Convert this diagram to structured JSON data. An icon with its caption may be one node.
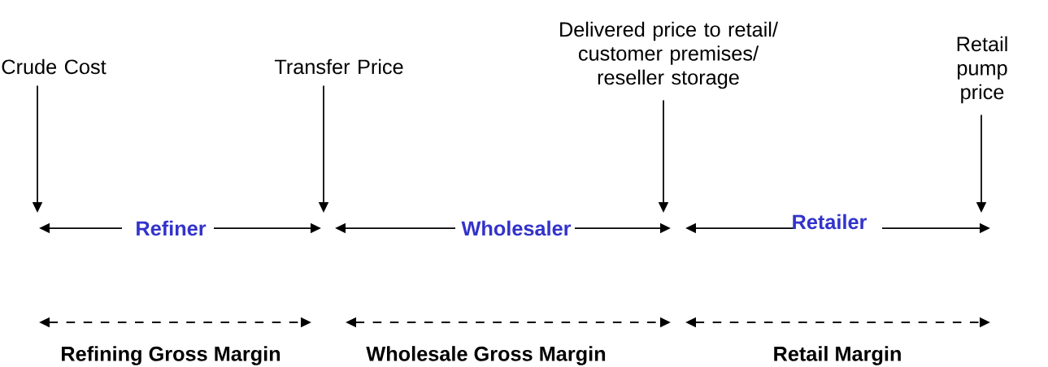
{
  "diagram": {
    "nodes": [
      {
        "text": [
          "Crude Cost"
        ]
      },
      {
        "text": [
          "Transfer Price"
        ]
      },
      {
        "text": [
          "Delivered price to retail/ customer premises/ reseller storage"
        ]
      },
      {
        "text": [
          "Retail pump price"
        ]
      }
    ],
    "edges": [
      {
        "from": 0,
        "to": null,
        "arrow": "to"
      },
      {
        "from": 1,
        "to": null,
        "arrow": "to"
      },
      {
        "from": 2,
        "to": null,
        "arrow": "to"
      },
      {
        "from": 3,
        "to": null,
        "arrow": "to"
      }
    ],
    "labels": [
      "Refiner",
      "Wholesaler",
      "Retailer",
      "Refining Gross Margin",
      "Wholesale Gross Margin",
      "Retail Margin"
    ]
  }
}
